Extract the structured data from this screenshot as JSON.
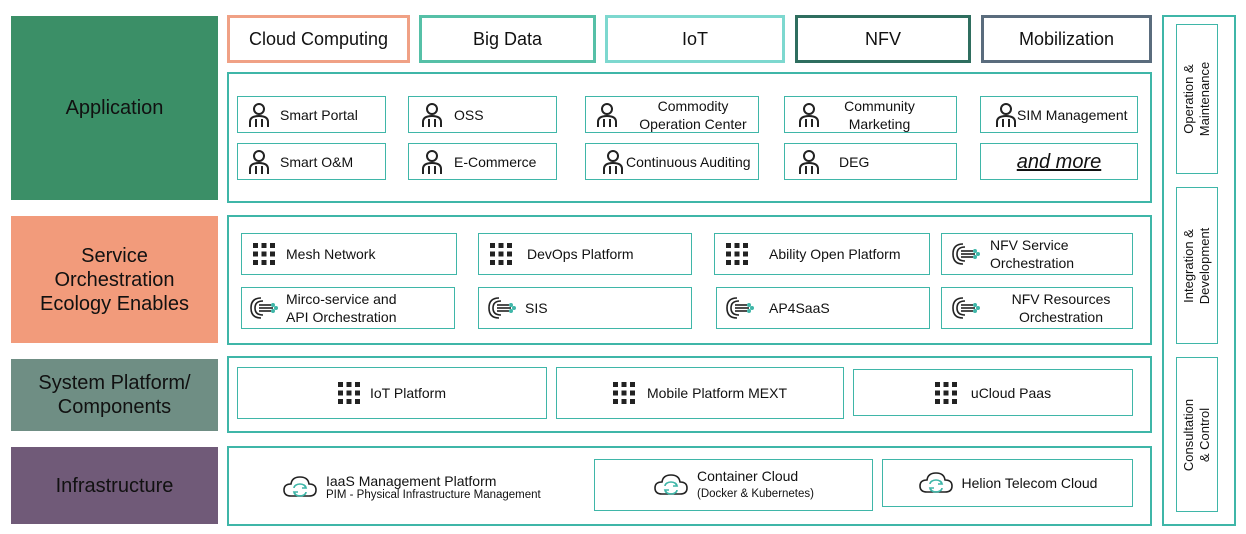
{
  "layers": {
    "application": "Application",
    "service": "Service\nOrchestration\nEcology Enables",
    "system": "System Platform/\nComponents",
    "infrastructure": "Infrastructure"
  },
  "tabs": [
    "Cloud Computing",
    "Big Data",
    "IoT",
    "NFV",
    "Mobilization"
  ],
  "application": {
    "items": [
      "Smart Portal",
      "OSS",
      "Commodity\nOperation Center",
      "Community\nMarketing",
      "SIM Management",
      "Smart O&M",
      "E-Commerce",
      "Continuous Auditing",
      "DEG"
    ],
    "more": "and more"
  },
  "service": {
    "items": [
      "Mesh Network",
      "DevOps Platform",
      "Ability Open Platform",
      "NFV Service\nOrchestration",
      "Mirco-service and\nAPI Orchestration",
      "SIS",
      "AP4SaaS",
      "NFV Resources\nOrchestration"
    ]
  },
  "system": {
    "items": [
      "IoT Platform",
      "Mobile Platform MEXT",
      "uCloud Paas"
    ]
  },
  "infrastructure": {
    "iaas_title": "IaaS Management Platform",
    "iaas_sub": "PIM - Physical Infrastructure Management",
    "container_title": "Container Cloud",
    "container_sub": "(Docker & Kubernetes)",
    "helion": "Helion Telecom Cloud"
  },
  "side": [
    "Operation &\nMaintenance",
    "Integration &\nDevelopment",
    "Consultation & Control"
  ],
  "colors": {
    "application": "#3b8f67",
    "service": "#f29b7b",
    "system": "#6f8e84",
    "infrastructure": "#705a78",
    "teal": "#3fb6a8",
    "tab_cloud": "#f0a185",
    "tab_bigdata": "#56c0a7",
    "tab_iot": "#7dd8cf",
    "tab_nfv": "#2f6e5f",
    "tab_mobile": "#5a6c7d"
  }
}
